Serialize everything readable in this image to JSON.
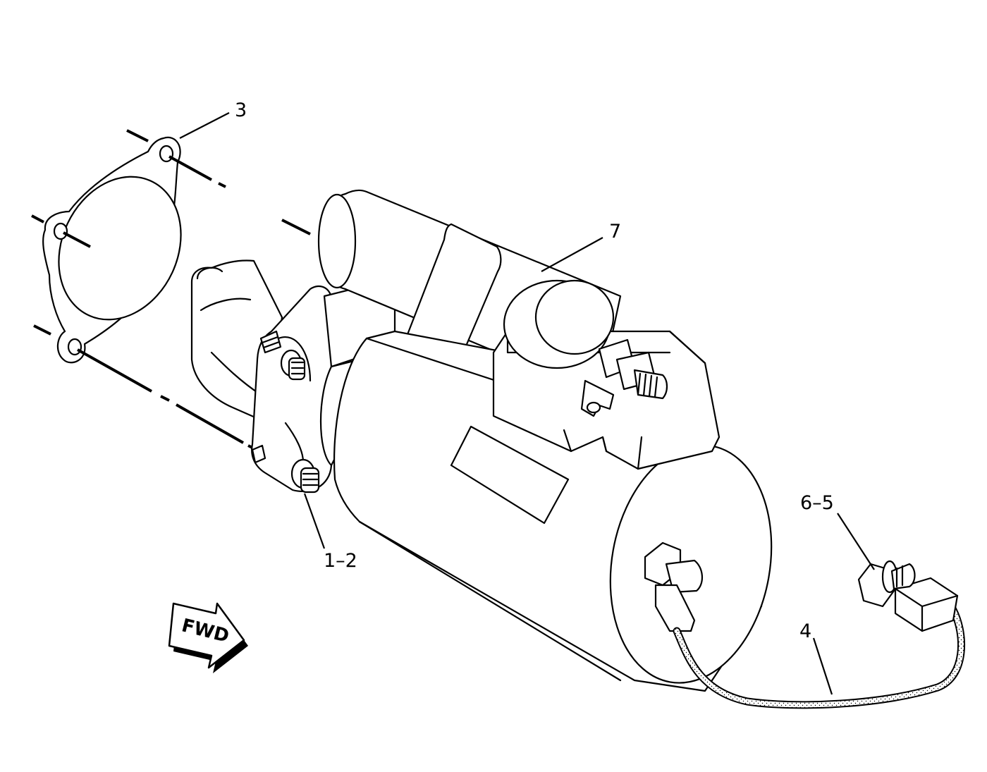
{
  "callouts": {
    "gasket": "3",
    "starter_motor": "7",
    "bolt_washer": "1–2",
    "nut_washer": "6–5",
    "wire_assembly": "4"
  },
  "direction_arrow": {
    "label": "FWD"
  },
  "colors": {
    "ink": "#000000",
    "paper": "#ffffff"
  }
}
